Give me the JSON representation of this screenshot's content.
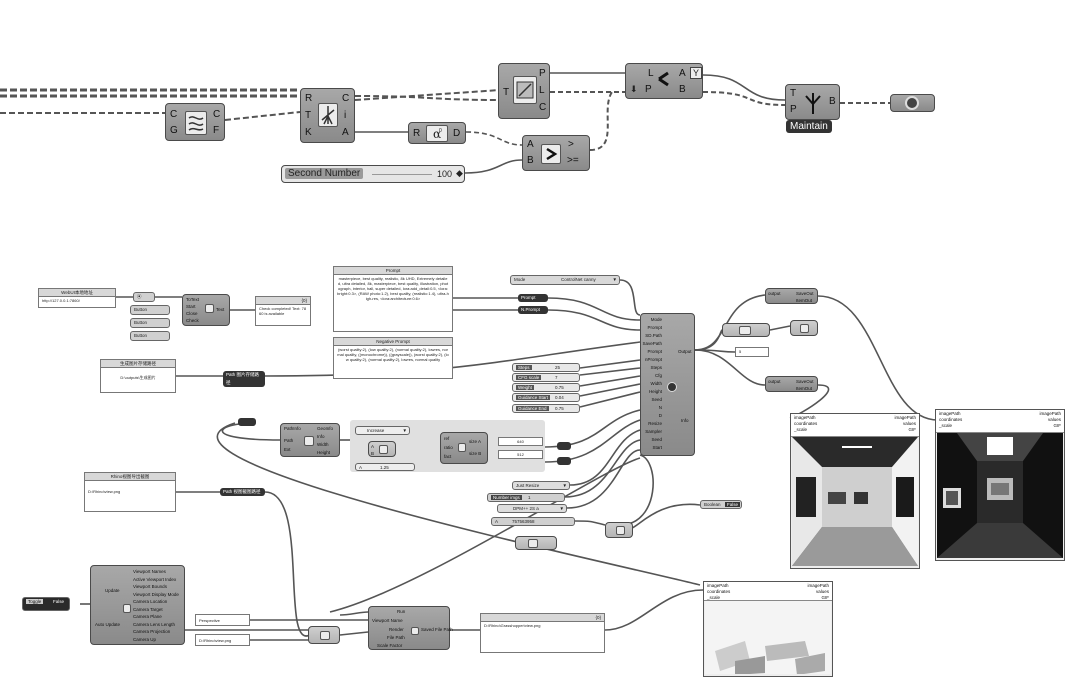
{
  "top": {
    "first": {
      "c": "C",
      "g": "G",
      "f": "F"
    },
    "rangeComp": {
      "r": "R",
      "t": "T",
      "k": "K",
      "c": "C",
      "i": "i",
      "a": "A"
    },
    "roundComp": {
      "r": "R",
      "d": "D"
    },
    "compare": {
      "a": "A",
      "b": "B",
      "gt": ">",
      "gte": ">="
    },
    "mid": {
      "t": "T",
      "p": "P",
      "l": "L",
      "c": "C"
    },
    "filter": {
      "l": "L",
      "p": "P",
      "a": "A",
      "b": "B",
      "y": "Y"
    },
    "tree": {
      "t": "T",
      "p": "P",
      "b": "B",
      "label": "Maintain"
    },
    "slider": {
      "label": "Second Number",
      "value": "100"
    }
  },
  "bottom": {
    "webui_group": "WebUI本地地址",
    "webui_address": "http://127.0.0.1:7860/",
    "booleans": [
      "Button",
      "Button",
      "Button"
    ],
    "checker_ports": [
      "ToText",
      "Start",
      "Close",
      "Check"
    ],
    "checker_out": "Text",
    "check_panel": {
      "title": "{0}",
      "body": "Check completed! Text: 7860 is available"
    },
    "prompt": {
      "title": "Prompt",
      "body": "masterpiece, best quality, realistic, 8k UHD, Extremely detailed, ultra detailed, 8k, masterpiece, best quality, illustration, photograph, interior, hall, super detailed, lora:add_detail:0.5, <lora:bright:0.3>, (RAW photo:1.2), best quality, (realistic:1.4), ultra-high-res, <lora:architecture:0.6>"
    },
    "negative": {
      "title": "Negative Prompt",
      "body": "(worst quality:2), (low quality:2), (normal quality:2), lowres, normal quality, ((monochrome)), ((grayscale)), (worst quality:2), (low quality:2), (normal quality:2), lowres, normal quality"
    },
    "path_group": "生成图片存储路径",
    "path_value": "D:\\outputs\\生成图片",
    "path_param": "Path 图片存储路径",
    "prompt_param": "Prompt",
    "neg_param": "N.Prompt",
    "mode": {
      "label": "Mode",
      "value": "ControlNet canny"
    },
    "sd_inputs": [
      "Mode",
      "Prompt",
      "SD.Path",
      "SavePath",
      "Prompt",
      "nPrompt",
      "Steps",
      "Cfg",
      "Width",
      "Height",
      "Seed",
      "N",
      "D",
      "Resize",
      "Sampler",
      "Seed",
      "Start"
    ],
    "sd_outputs": [
      "Output",
      "Info"
    ],
    "sliders": [
      {
        "label": "Steps",
        "value": "25"
      },
      {
        "label": "CFG scale",
        "value": "7"
      },
      {
        "label": "Weight",
        "value": "0.75"
      },
      {
        "label": "Guidance Start",
        "value": "0.04"
      },
      {
        "label": "Guidance End",
        "value": "0.75"
      }
    ],
    "resize": {
      "label": "Just Resize"
    },
    "number_imgs": {
      "label": "Number imgs",
      "value": "1"
    },
    "sampler": {
      "label": "DPM++ 2S a"
    },
    "seed_num": {
      "label": "A",
      "value": "757563958"
    },
    "boolean_toggle": {
      "label": "Boolean",
      "value": "False"
    },
    "pathinfo": {
      "title": "PathInfo",
      "in": [
        "Path",
        "Ext"
      ],
      "out": [
        "GeoInfo",
        "Info",
        "Width",
        "Height"
      ]
    },
    "resize_group": {
      "mode": "Increase",
      "a": "A",
      "b": "B",
      "size_a": "size A",
      "size_b": "size B",
      "slider": "A",
      "slider_value": "1.25",
      "out1": "640",
      "out2": "512",
      "p1": "ref",
      "p2": "ratio",
      "p3": "fact"
    },
    "rhino_group": "Rhino视图导出截图",
    "rhino_path": "D:\\Rhino\\view.png",
    "rhino_param": "Path 视图截图路径",
    "toggle": {
      "label": "Toggle",
      "value": "False"
    },
    "viewport_ports": [
      "Viewport Names",
      "Active Viewport Index",
      "Viewport Bounds",
      "Viewport Display Mode",
      "Camera Location",
      "Camera Target",
      "Camera Plane",
      "Camera Lens Length",
      "Camera Projection",
      "Camera Up"
    ],
    "viewport_left": [
      "Update",
      "Auto Update"
    ],
    "perspective": "Perspective",
    "view_png": "D:\\Rhino\\view.png",
    "capture_ports": [
      "Run",
      "Viewport Name",
      "Render",
      "File Path",
      "Scale Factor"
    ],
    "capture_out": "Saved File Path",
    "out_panel": {
      "title": "{0}",
      "body": "D:\\Rhino\\Grasshopper\\view.png"
    },
    "viewer": {
      "in": [
        "imagePath",
        "coordinates",
        "_scale"
      ],
      "out": [
        "imagePath",
        "values",
        "GIF"
      ]
    },
    "saveout": [
      "output",
      "SaveOut",
      "ItemOut"
    ],
    "num_panel": "5"
  },
  "colors": {
    "wire": "#555555",
    "component": "#9a9a9a",
    "canvas": "#ffffff"
  }
}
